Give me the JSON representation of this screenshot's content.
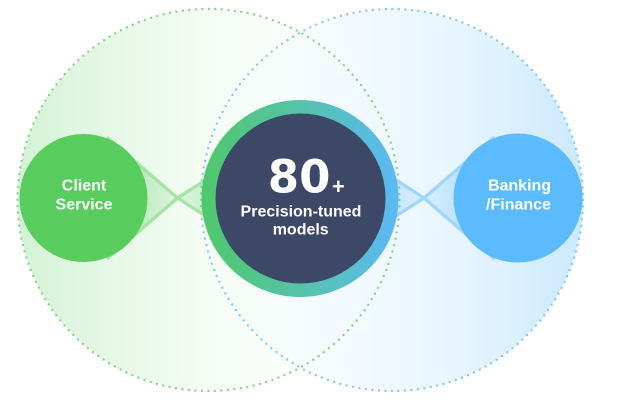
{
  "diagram": {
    "left_node": {
      "lines": [
        "Client",
        "Service"
      ]
    },
    "right_node": {
      "lines": [
        "Banking",
        "/Finance"
      ]
    },
    "center": {
      "value": "80",
      "suffix": "+",
      "caption_lines": [
        "Precision-tuned",
        "models"
      ]
    }
  },
  "theme": {
    "left_accent": "#58cc5c",
    "right_accent": "#5bbbfc",
    "center_fill": "#3d4766",
    "ring_gradient": [
      "#4fc86a",
      "#56c3a8",
      "#5bb9f6"
    ],
    "left_outline": "#86d486",
    "right_outline": "#86c6f3",
    "left_connector": "#a6e4a5",
    "right_connector": "#a1d5fb",
    "label_color": "#ffffff"
  }
}
